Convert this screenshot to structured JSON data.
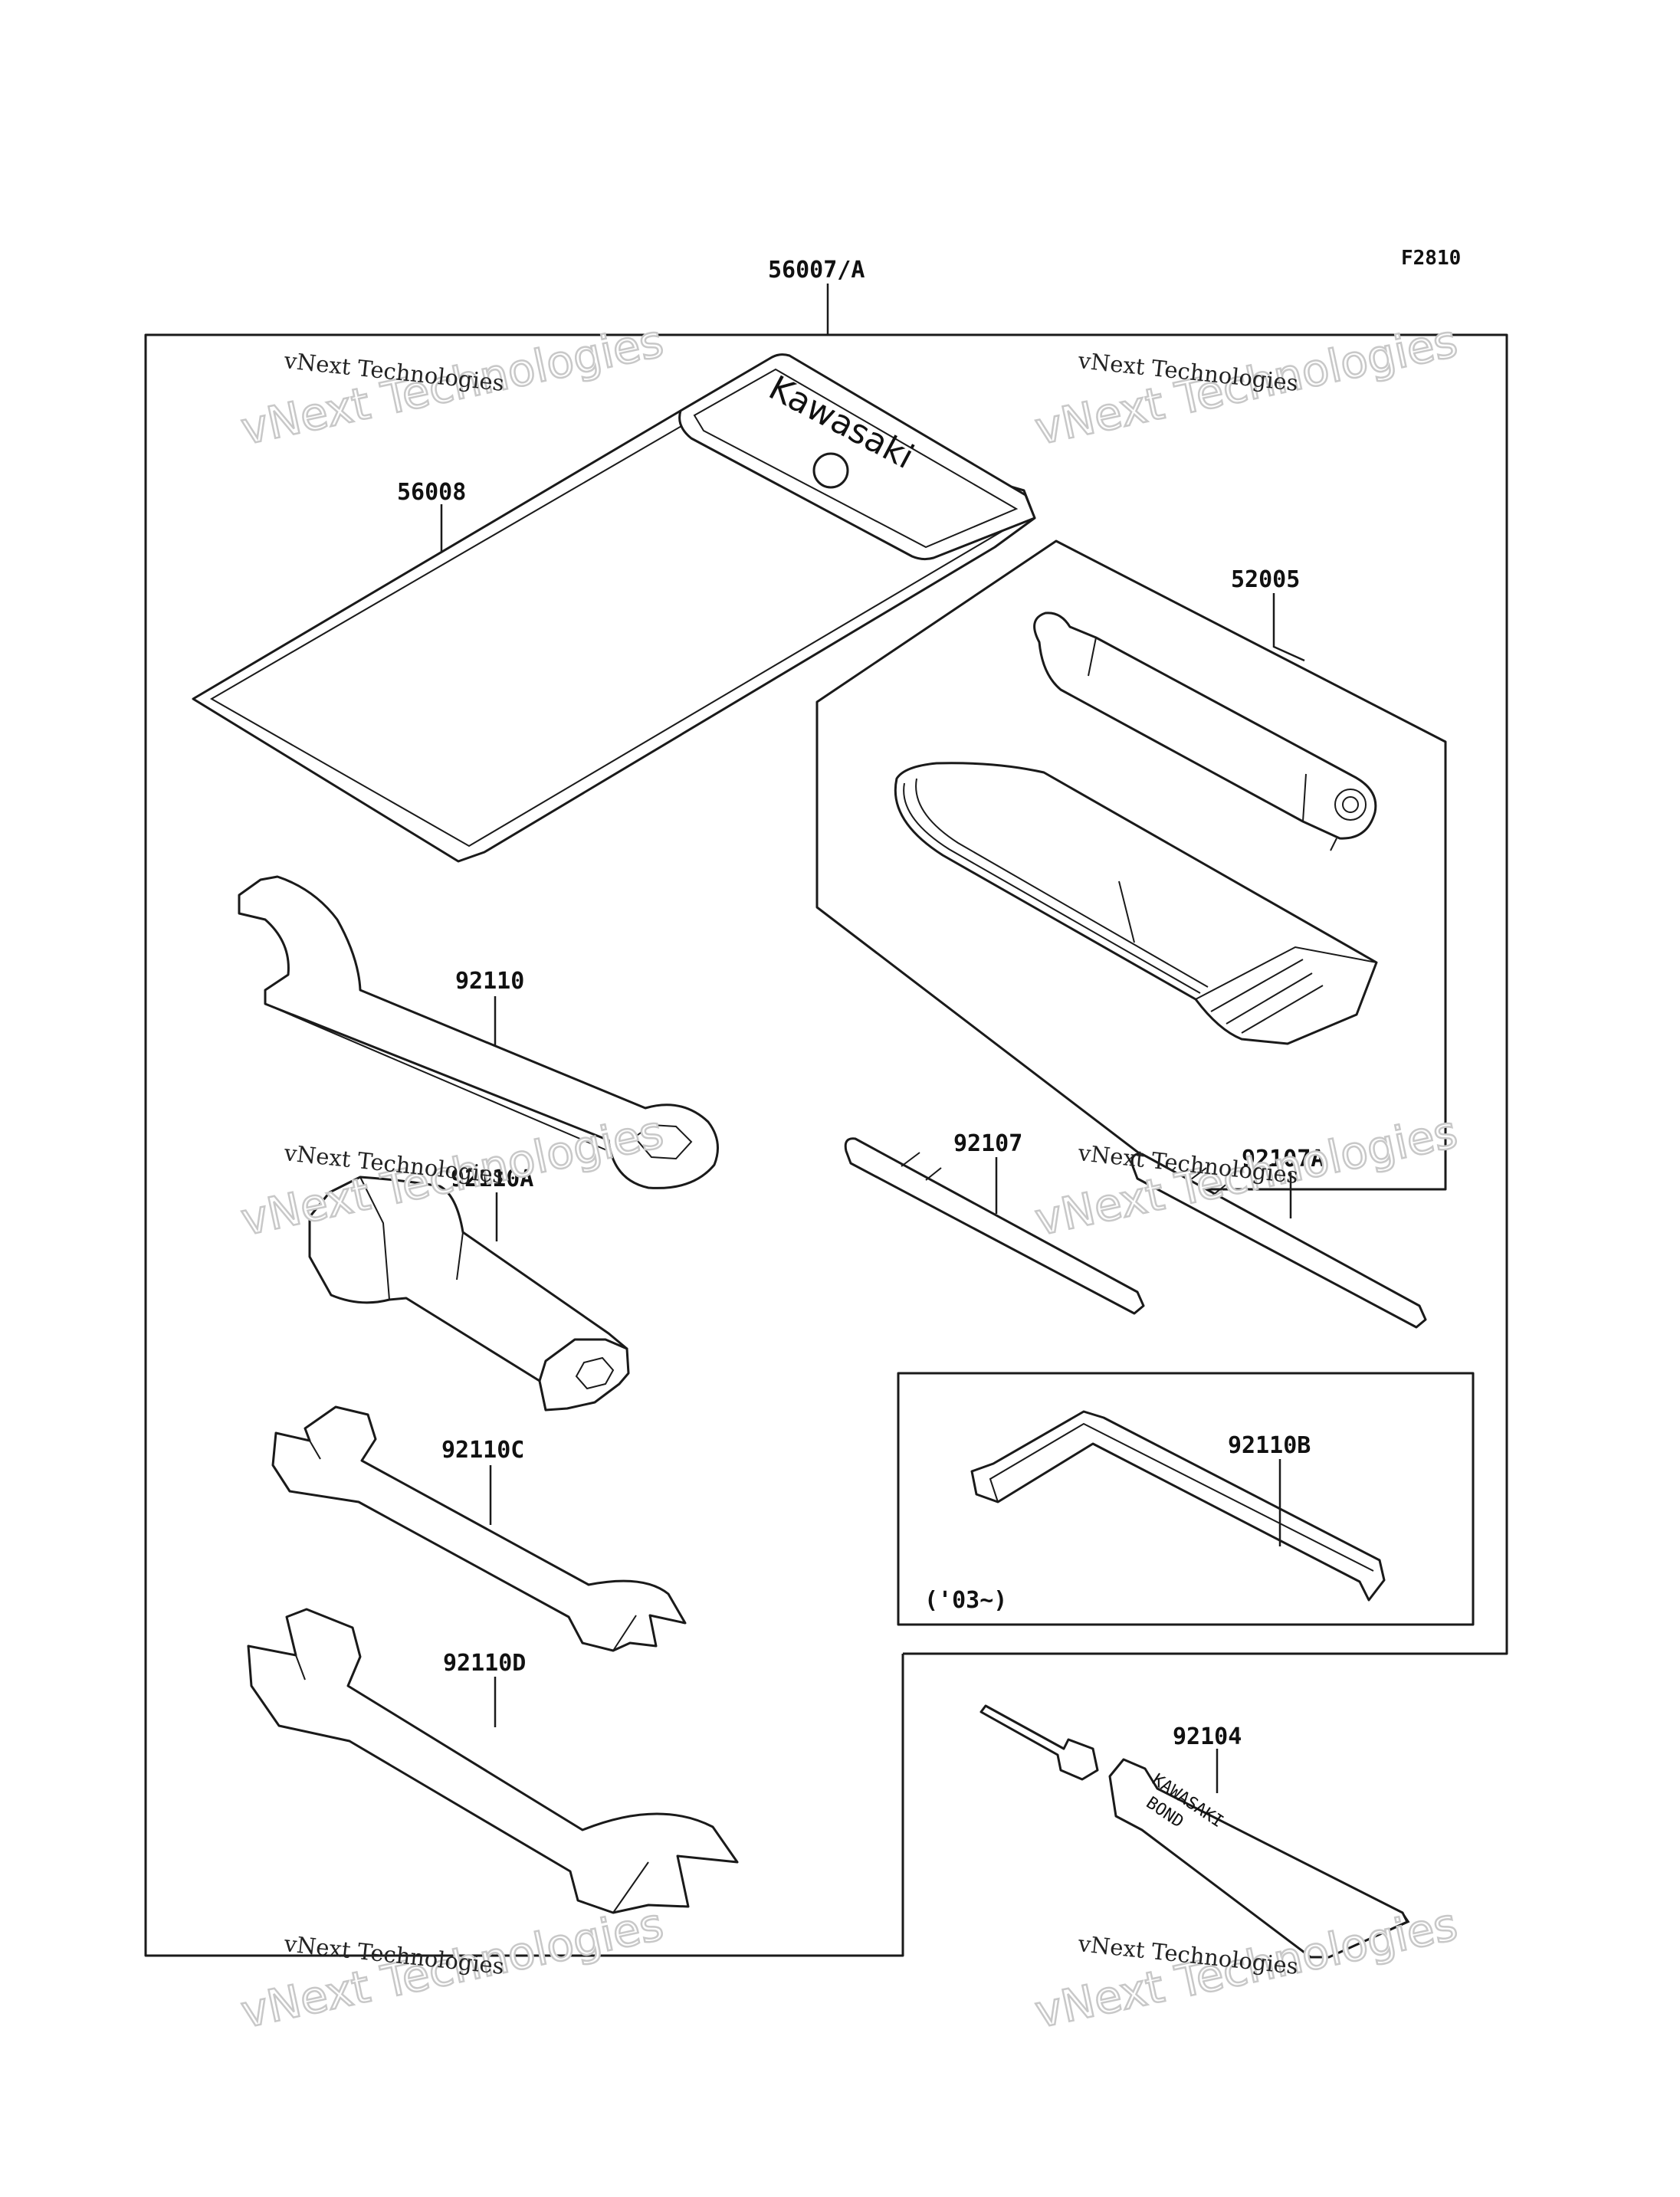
{
  "figure_code": "F2810",
  "labels": {
    "kit": "56007/A",
    "bag": "56008",
    "screwdriver_set": "52005",
    "spanner_hook": "92110",
    "socket_wrench": "92110A",
    "screwdriver_a": "92107",
    "screwdriver_b": "92107A",
    "hex_key": "92110B",
    "hex_key_note": "('03~)",
    "open_wrench_small": "92110C",
    "open_wrench_large": "92110D",
    "bond": "92104"
  },
  "printed_on_parts": {
    "bag_brand": "Kawasaki",
    "tube_line1": "KAWASAKI",
    "tube_line2": "BOND"
  },
  "watermark": {
    "big": "vNext Technologies",
    "small": "vNext Technologies"
  }
}
